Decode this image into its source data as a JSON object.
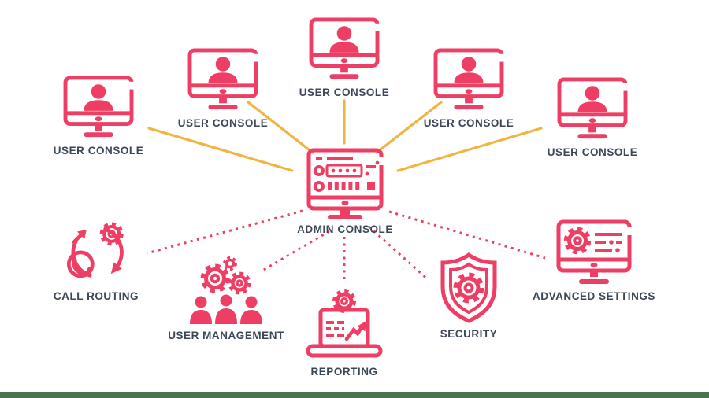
{
  "colors": {
    "background": "#ffffff",
    "icon": "#ee3e63",
    "label": "#3b4757",
    "solid_link": "#f2b440",
    "dotted_link": "#ee3e63",
    "bottom_strip": "#4a7350"
  },
  "nodes": {
    "uc1": {
      "label": "USER CONSOLE",
      "icon": "user-console-icon"
    },
    "uc2": {
      "label": "USER CONSOLE",
      "icon": "user-console-icon"
    },
    "uc3": {
      "label": "USER CONSOLE",
      "icon": "user-console-icon"
    },
    "uc4": {
      "label": "USER CONSOLE",
      "icon": "user-console-icon"
    },
    "uc5": {
      "label": "USER CONSOLE",
      "icon": "user-console-icon"
    },
    "admin": {
      "label": "ADMIN CONSOLE",
      "icon": "admin-console-icon"
    },
    "call_routing": {
      "label": "CALL ROUTING",
      "icon": "call-routing-icon"
    },
    "user_management": {
      "label": "USER MANAGEMENT",
      "icon": "user-management-icon"
    },
    "reporting": {
      "label": "REPORTING",
      "icon": "reporting-icon"
    },
    "security": {
      "label": "SECURITY",
      "icon": "security-shield-icon"
    },
    "advanced_settings": {
      "label": "ADVANCED SETTINGS",
      "icon": "advanced-settings-icon"
    }
  },
  "links": {
    "user_console_links": {
      "style": "solid",
      "count": 5
    },
    "feature_links": {
      "style": "dotted",
      "count": 5
    }
  }
}
